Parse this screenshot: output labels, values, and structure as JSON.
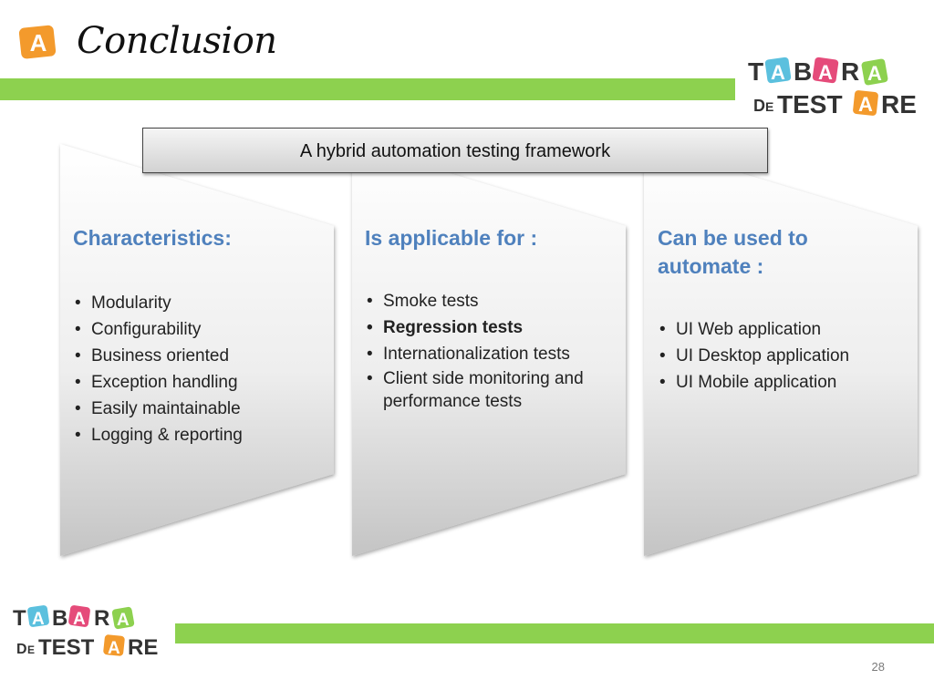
{
  "slide": {
    "title": "Conclusion",
    "title_icon_letter": "A",
    "banner": "A hybrid automation testing framework",
    "page_number": "28"
  },
  "logo": {
    "line1": "TABARA",
    "line2_prefix": "DE",
    "line2_main": "TESTARE"
  },
  "columns": [
    {
      "heading": "Characteristics:",
      "items": [
        "Modularity",
        "Configurability",
        "Business oriented",
        "Exception handling",
        "Easily maintainable",
        "Logging & reporting"
      ]
    },
    {
      "heading": "Is applicable for :",
      "items": [
        "Smoke tests",
        "Regression tests",
        "Internationalization tests",
        "Client side monitoring and performance tests"
      ]
    },
    {
      "heading": "Can be used to automate :",
      "items": [
        "UI Web application",
        "UI Desktop application",
        "UI Mobile application"
      ]
    }
  ],
  "colors": {
    "accent_green": "#8dd14f",
    "heading_blue": "#4f81bd",
    "icon_orange": "#f39a2c"
  }
}
